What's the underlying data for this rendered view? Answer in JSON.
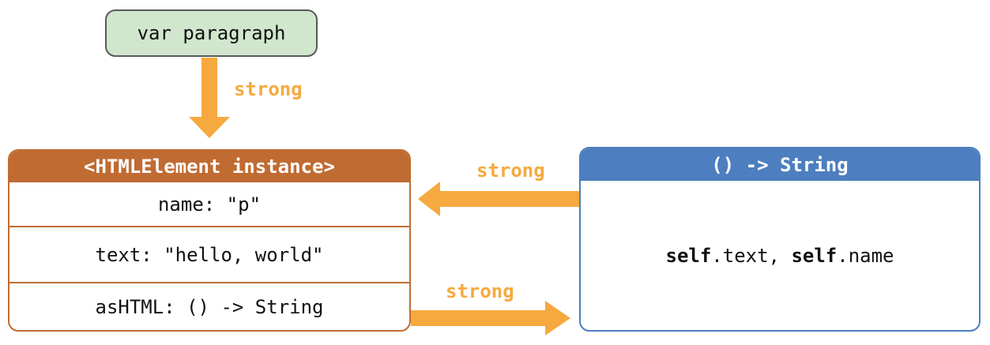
{
  "diagram": {
    "variable_box": {
      "label": "var paragraph"
    },
    "arrows": {
      "var_to_instance": {
        "label": "strong"
      },
      "closure_to_instance": {
        "label": "strong"
      },
      "instance_to_closure": {
        "label": "strong"
      }
    },
    "instance_box": {
      "header": "<HTMLElement instance>",
      "rows": [
        "name: \"p\"",
        "text: \"hello, world\"",
        "asHTML: () -> String"
      ]
    },
    "closure_box": {
      "header": "() -> String",
      "body_parts": [
        {
          "text": "self",
          "bold": true
        },
        {
          "text": ".text, ",
          "bold": false
        },
        {
          "text": "self",
          "bold": true
        },
        {
          "text": ".name",
          "bold": false
        }
      ]
    },
    "colors": {
      "instance_header": "#c06b32",
      "closure_header": "#4d7ebf",
      "arrow": "#f6a93f",
      "variable_fill": "#d0e6cd"
    }
  }
}
